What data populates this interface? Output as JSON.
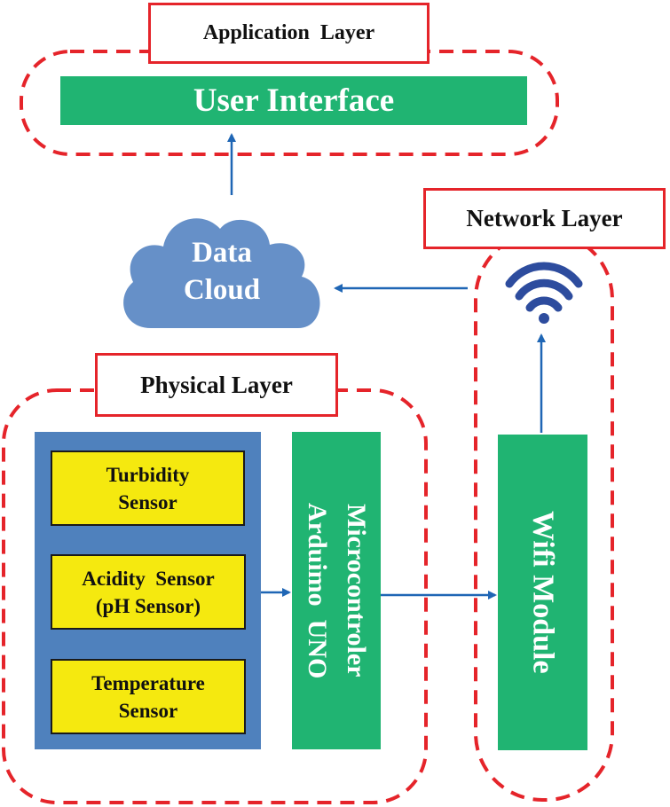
{
  "diagram": {
    "type": "IoT water quality monitoring architecture",
    "colors": {
      "layer_border": "#e5242a",
      "green_block": "#20b472",
      "sensor_panel": "#4f81bd",
      "sensor_fill": "#f5e90f",
      "cloud": "#6690c8",
      "arrow": "#1f66b5",
      "wifi_icon": "#2d4c9e"
    },
    "layers": {
      "application": {
        "label": "Application  Layer"
      },
      "network": {
        "label": "Network Layer"
      },
      "physical": {
        "label": "Physical Layer"
      }
    },
    "blocks": {
      "user_interface": "User Interface",
      "data_cloud": {
        "line1": "Data",
        "line2": "Cloud"
      },
      "microcontroller": {
        "line1": "Microcontroler",
        "line2": "Arduimo  UNO"
      },
      "wifi_module": "Wifi Module",
      "wifi_icon": "wifi-icon"
    },
    "sensors": [
      {
        "line1": "Turbidity",
        "line2": "Sensor"
      },
      {
        "line1": "Acidity  Sensor",
        "line2": "(pH Sensor)"
      },
      {
        "line1": "Temperature",
        "line2": "Sensor"
      }
    ],
    "flows": [
      {
        "from": "Sensors",
        "to": "Microcontroler Arduimo UNO"
      },
      {
        "from": "Microcontroler Arduimo UNO",
        "to": "Wifi Module"
      },
      {
        "from": "Wifi Module",
        "to": "Wifi signal"
      },
      {
        "from": "Wifi signal",
        "to": "Data Cloud"
      },
      {
        "from": "Data Cloud",
        "to": "User Interface"
      }
    ]
  }
}
